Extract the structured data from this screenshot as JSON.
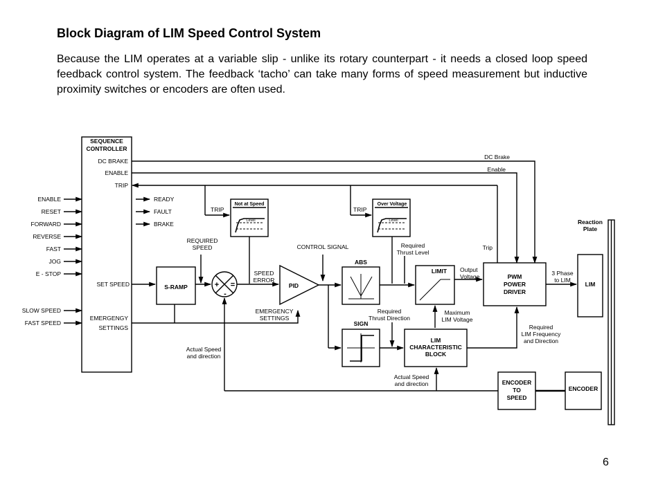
{
  "slide": {
    "title": "Block Diagram of LIM Speed Control System",
    "paragraph": "Because the LIM operates at a variable slip - unlike its rotary counterpart - it needs a closed loop speed feedback control system. The feedback ‘tacho’ can take many forms of speed measurement but inductive proximity switches or encoders are often used.",
    "page_number": "6"
  },
  "diagram": {
    "sequence_controller": {
      "title_line1": "SEQUENCE",
      "title_line2": "CONTROLLER",
      "dc_brake": "DC BRAKE",
      "enable": "ENABLE",
      "trip": "TRIP",
      "ready": "READY",
      "fault": "FAULT",
      "brake": "BRAKE",
      "set_speed": "SET SPEED",
      "emergency_line1": "EMERGENGY",
      "emergency_line2": "SETTINGS"
    },
    "external_inputs": [
      "ENABLE",
      "RESET",
      "FORWARD",
      "REVERSE",
      "FAST",
      "JOG",
      "E - STOP"
    ],
    "speed_inputs": [
      "SLOW SPEED",
      "FAST SPEED"
    ],
    "blocks": {
      "s_ramp": "S-RAMP",
      "pid": "PID",
      "abs": "ABS",
      "sign": "SIGN",
      "limit": "LIMIT",
      "lim_char_line1": "LIM",
      "lim_char_line2": "CHARACTERISTIC",
      "lim_char_line3": "BLOCK",
      "pwm_line1": "PWM",
      "pwm_line2": "POWER",
      "pwm_line3": "DRIVER",
      "lim": "LIM",
      "enc_to_speed_line1": "ENCODER",
      "enc_to_speed_line2": "TO",
      "enc_to_speed_line3": "SPEED",
      "encoder": "ENCODER",
      "not_at_speed": "Not at Speed",
      "over_voltage": "Over Voltage",
      "level": "Level"
    },
    "labels": {
      "dc_brake": "DC Brake",
      "enable": "Enable",
      "trip_1": "TRIP",
      "trip_2": "TRIP",
      "trip_small": "Trip",
      "required_speed_1": "REQUIRED",
      "required_speed_2": "SPEED",
      "speed_error_1": "SPEED",
      "speed_error_2": "ERROR",
      "control_signal": "CONTROL SIGNAL",
      "emergency_settings_1": "EMERGENCY",
      "emergency_settings_2": "SETTINGS",
      "required_thrust_level_1": "Required",
      "required_thrust_level_2": "Thrust Level",
      "output_voltage_1": "Output",
      "output_voltage_2": "Voltage",
      "three_phase_1": "3 Phase",
      "three_phase_2": "to LIM",
      "reaction_plate_1": "Reaction",
      "reaction_plate_2": "Plate",
      "required_thrust_direction_1": "Required",
      "required_thrust_direction_2": "Thrust Direction",
      "max_lim_voltage_1": "Maximum",
      "max_lim_voltage_2": "LIM Voltage",
      "required_lim_freq_1": "Required",
      "required_lim_freq_2": "LIM Frequency",
      "required_lim_freq_3": "and Direction",
      "actual_speed_left_1": "Actual Speed",
      "actual_speed_left_2": "and direction",
      "actual_speed_bottom_1": "Actual Speed",
      "actual_speed_bottom_2": "and direction",
      "plus": "+",
      "minus": "-",
      "equals": "="
    }
  }
}
